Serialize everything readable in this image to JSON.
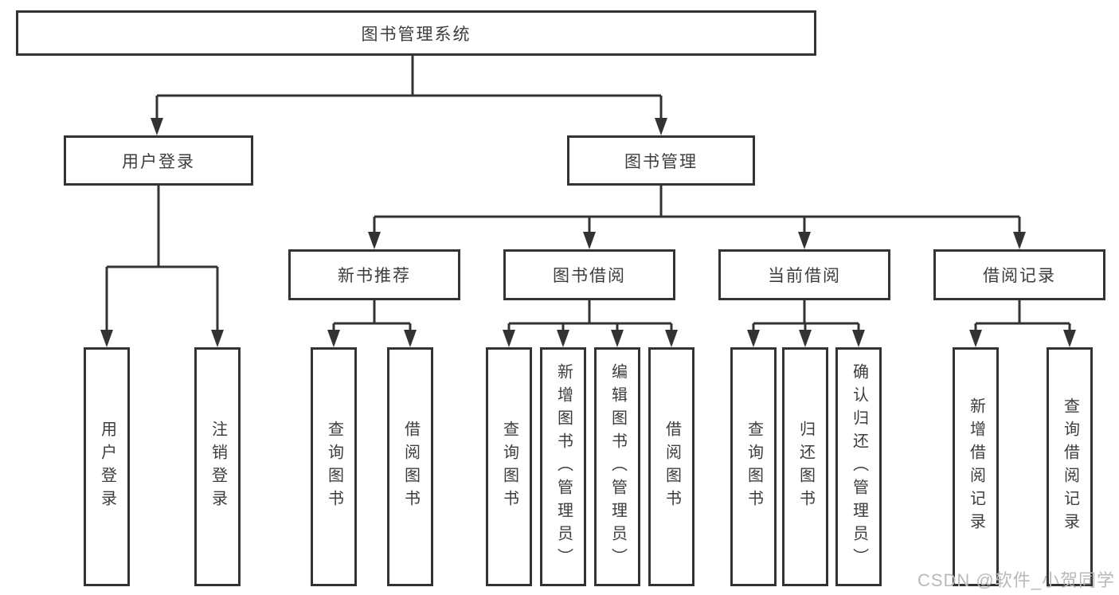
{
  "tree": {
    "label": "图书管理系统",
    "children": [
      {
        "label": "用户登录",
        "children": [
          {
            "label": "用户登录"
          },
          {
            "label": "注销登录"
          }
        ]
      },
      {
        "label": "图书管理",
        "children": [
          {
            "label": "新书推荐",
            "children": [
              {
                "label": "查询图书"
              },
              {
                "label": "借阅图书"
              }
            ]
          },
          {
            "label": "图书借阅",
            "children": [
              {
                "label": "查询图书"
              },
              {
                "label": "新增图书（管理员）"
              },
              {
                "label": "编辑图书（管理员）"
              },
              {
                "label": "借阅图书"
              }
            ]
          },
          {
            "label": "当前借阅",
            "children": [
              {
                "label": "查询图书"
              },
              {
                "label": "归还图书"
              },
              {
                "label": "确认归还（管理员）"
              }
            ]
          },
          {
            "label": "借阅记录",
            "children": [
              {
                "label": "新增借阅记录"
              },
              {
                "label": "查询借阅记录"
              }
            ]
          }
        ]
      }
    ]
  },
  "watermark": {
    "text": "CSDN @软件_小贺同学"
  },
  "colors": {
    "line": "#333333",
    "text": "#3d3d3d",
    "watermark": "#b9b9b9",
    "background": "#ffffff"
  }
}
